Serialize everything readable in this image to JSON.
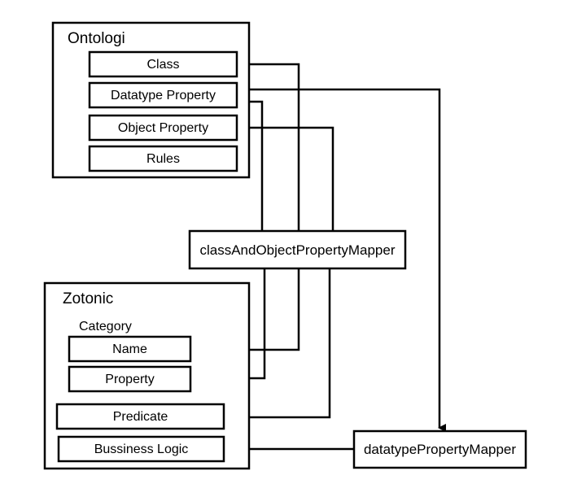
{
  "ontologi": {
    "title": "Ontologi",
    "items": [
      "Class",
      "Datatype Property",
      "Object Property",
      "Rules"
    ]
  },
  "zotonic": {
    "title": "Zotonic",
    "category_label": "Category",
    "category_items": [
      "Name",
      "Property"
    ],
    "items": [
      "Predicate",
      "Bussiness Logic"
    ]
  },
  "mappers": {
    "class_object": "classAndObjectPropertyMapper",
    "datatype": "datatypePropertyMapper"
  }
}
